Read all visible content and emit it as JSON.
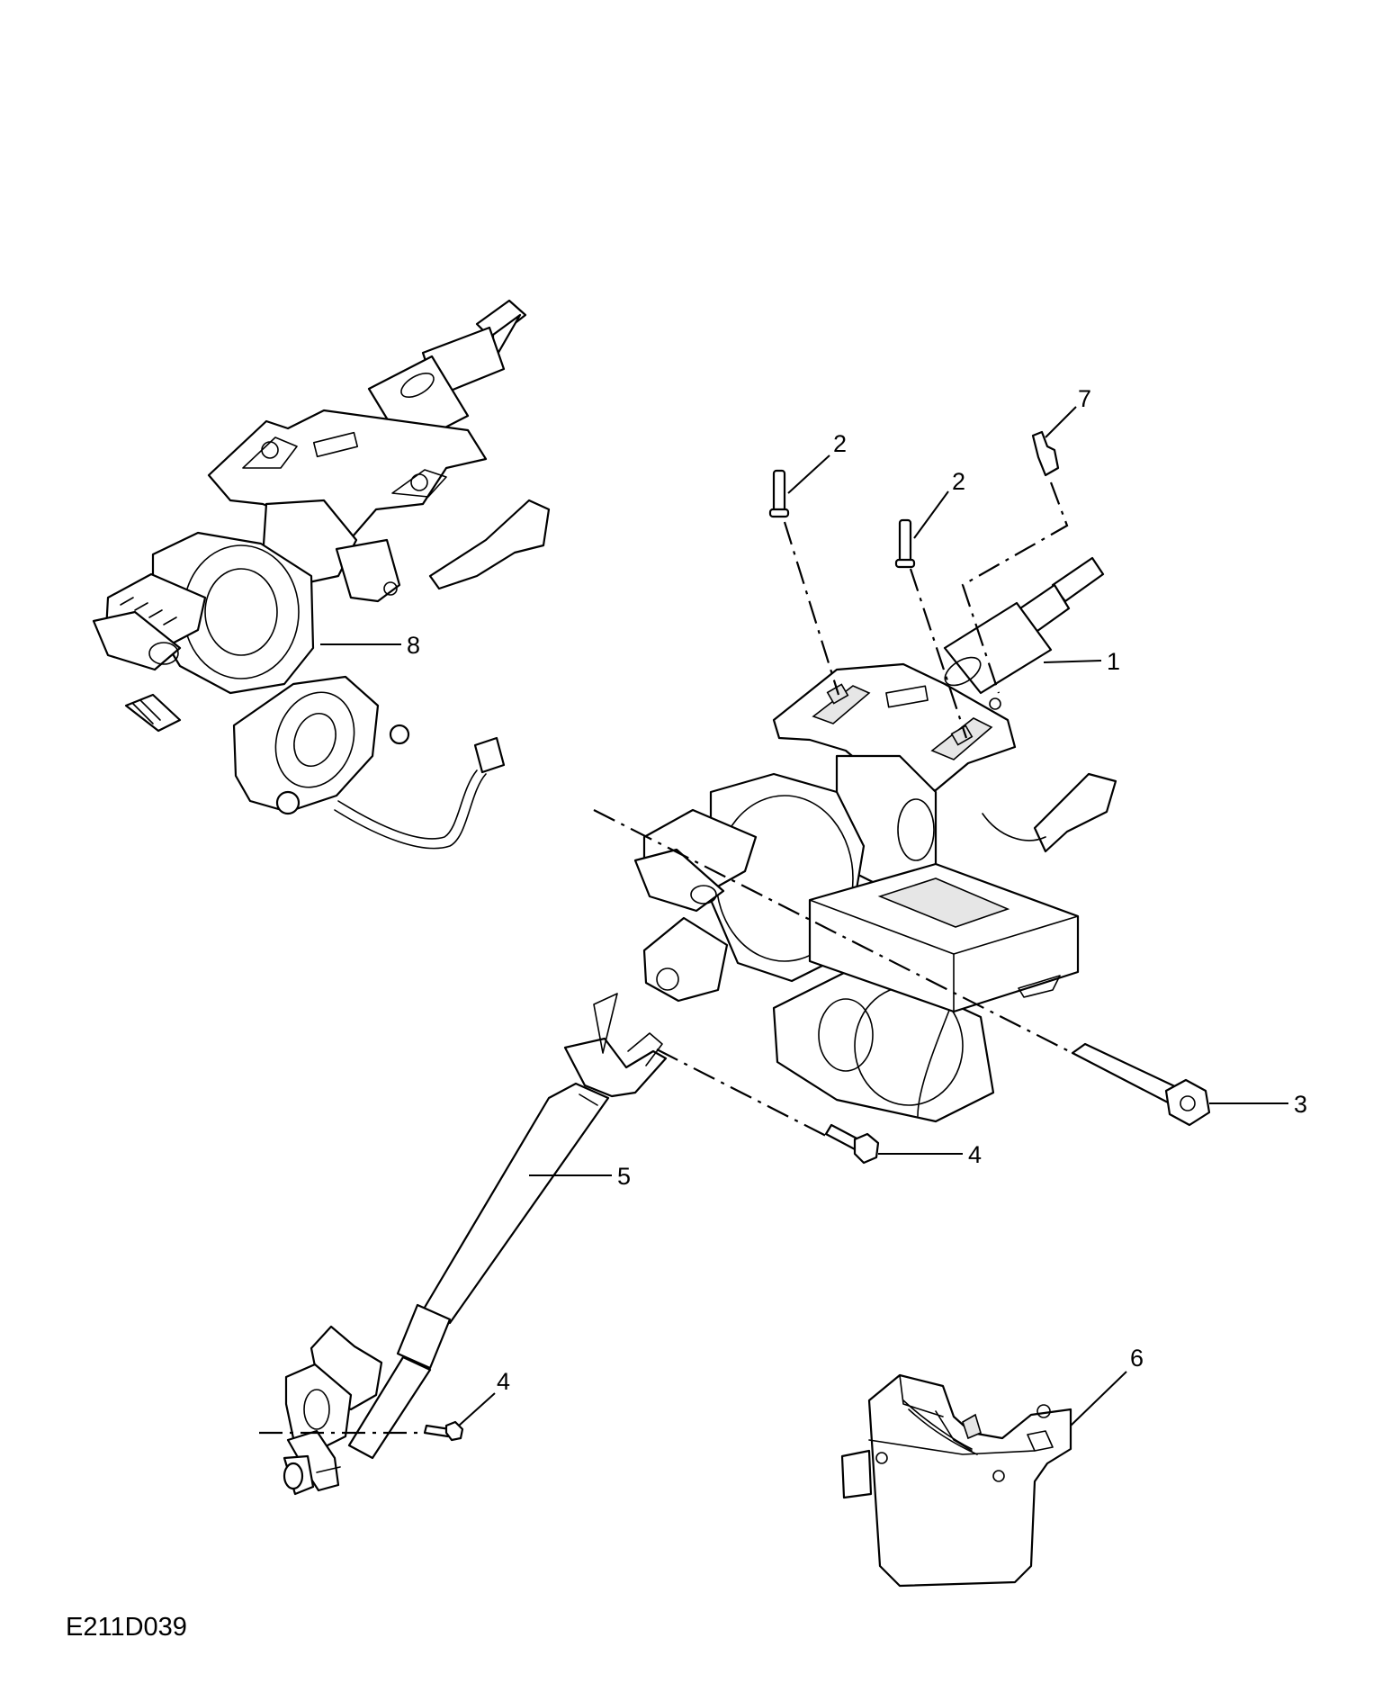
{
  "figure": {
    "reference_code": "E211D039"
  },
  "callouts": [
    {
      "id": "c1",
      "label": "1"
    },
    {
      "id": "c2a",
      "label": "2"
    },
    {
      "id": "c2b",
      "label": "2"
    },
    {
      "id": "c3",
      "label": "3"
    },
    {
      "id": "c4a",
      "label": "4"
    },
    {
      "id": "c4b",
      "label": "4"
    },
    {
      "id": "c5",
      "label": "5"
    },
    {
      "id": "c6",
      "label": "6"
    },
    {
      "id": "c7",
      "label": "7"
    },
    {
      "id": "c8",
      "label": "8"
    }
  ],
  "colors": {
    "line": "#000000",
    "background": "#ffffff",
    "shade": "#e6e6e6"
  }
}
